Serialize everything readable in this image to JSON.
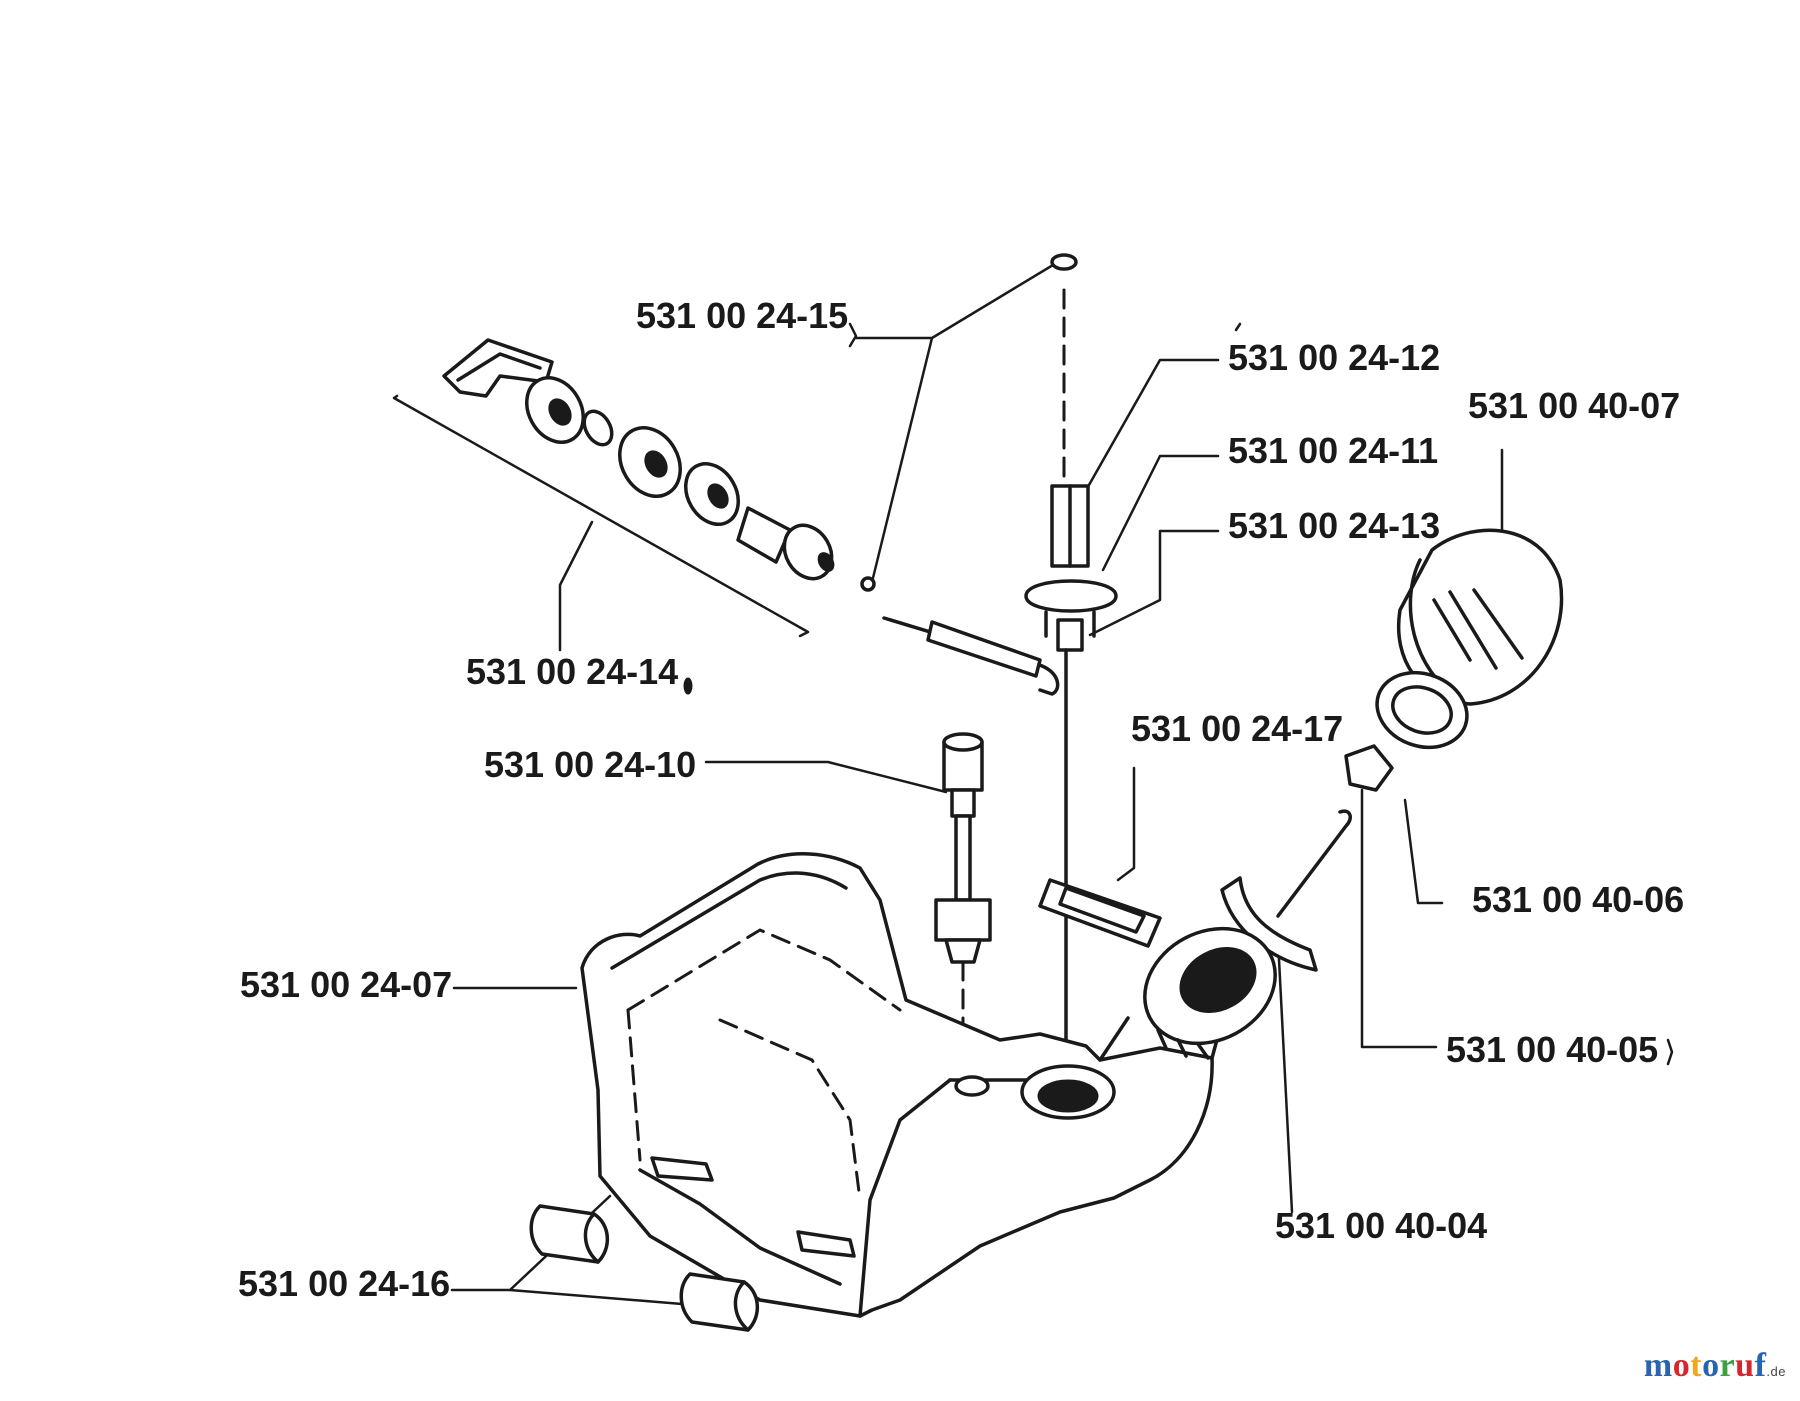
{
  "labels": {
    "p2415": "531 00 24-15",
    "p2412": "531 00 24-12",
    "p4007": "531 00 40-07",
    "p2411": "531 00 24-11",
    "p2413": "531 00 24-13",
    "p2414": "531 00 24-14",
    "p2417": "531 00 24-17",
    "p2410": "531 00 24-10",
    "p4006": "531 00 40-06",
    "p2407": "531 00 24-07",
    "p4005": "531 00 40-05",
    "p4004": "531 00 40-04",
    "p2416": "531 00 24-16"
  },
  "watermark": {
    "letters": [
      {
        "ch": "m",
        "color": "#2a63b0"
      },
      {
        "ch": "o",
        "color": "#d7262b"
      },
      {
        "ch": "t",
        "color": "#f0a818"
      },
      {
        "ch": "o",
        "color": "#2a63b0"
      },
      {
        "ch": "r",
        "color": "#3aa040"
      },
      {
        "ch": "u",
        "color": "#d7262b"
      },
      {
        "ch": "f",
        "color": "#2a63b0"
      }
    ],
    "tld": ".de"
  },
  "colors": {
    "ink": "#1a1a1a",
    "background": "#ffffff"
  }
}
